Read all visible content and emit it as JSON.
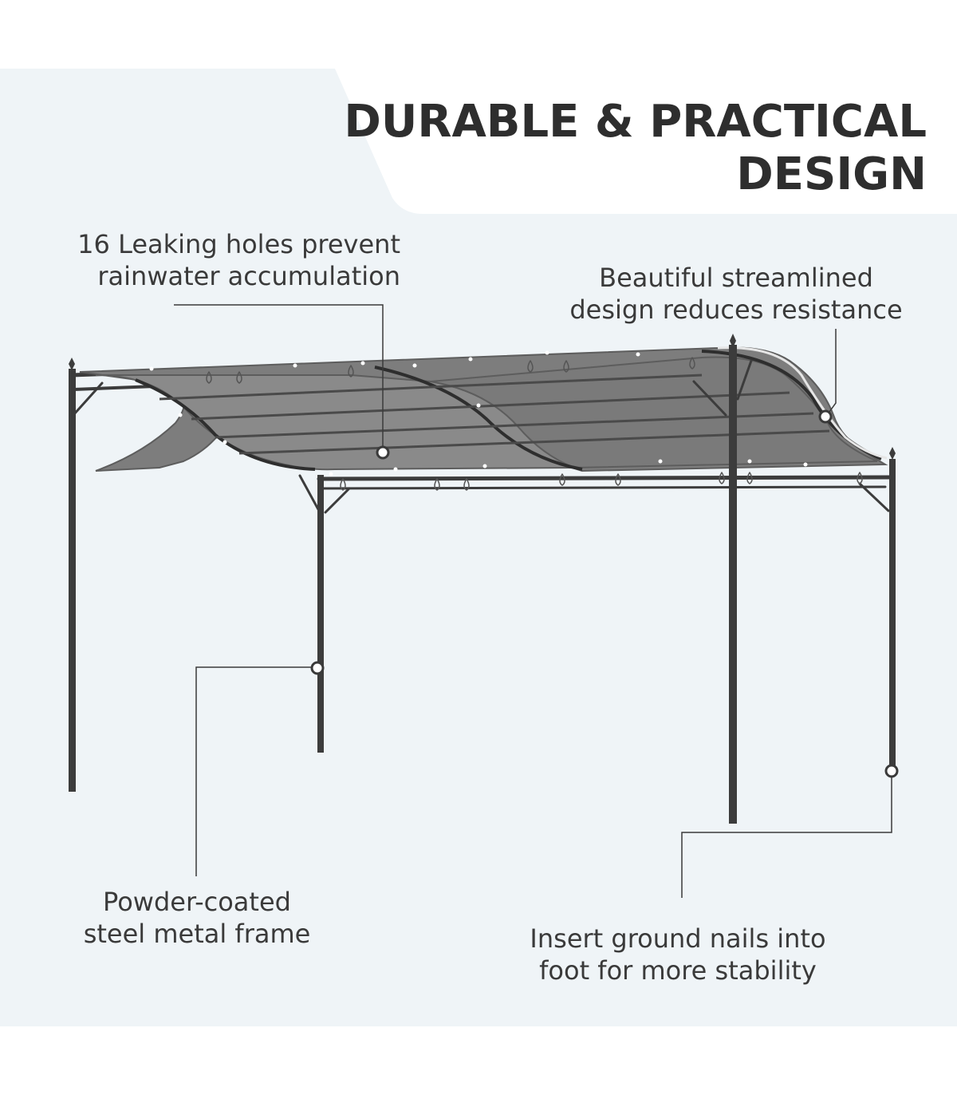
{
  "title": {
    "line1": "DURABLE & PRACTICAL",
    "line2": "DESIGN"
  },
  "callouts": {
    "leaking_holes": {
      "line1": "16 Leaking holes prevent",
      "line2": "rainwater accumulation"
    },
    "streamlined": {
      "line1": "Beautiful streamlined",
      "line2": "design reduces resistance"
    },
    "frame": {
      "line1": "Powder-coated",
      "line2": "steel metal frame"
    },
    "ground_nails": {
      "line1": "Insert ground nails into",
      "line2": "foot for more stability"
    }
  },
  "colors": {
    "background": "#eff4f7",
    "banner": "#ffffff",
    "canopy": "#7d7d7d",
    "frame": "#3c3c3c",
    "text": "#3a3a3a",
    "title": "#2e2e2e"
  }
}
